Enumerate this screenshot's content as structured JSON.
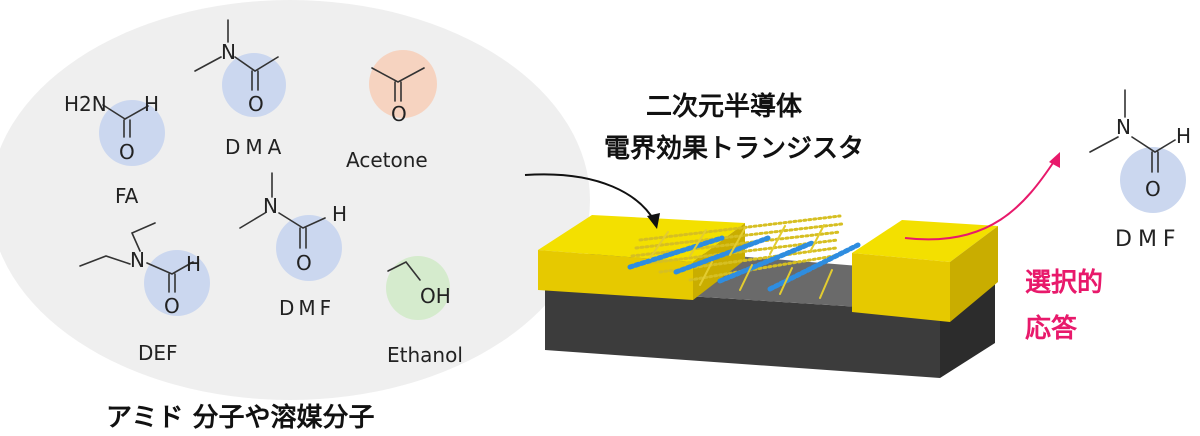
{
  "molecules": {
    "fa": {
      "label": "FA",
      "amine": "H2N",
      "carbonyl": "O",
      "hydrogen": "H"
    },
    "dma": {
      "label": "DMA",
      "n": "N",
      "carbonyl": "O"
    },
    "acetone": {
      "label": "Acetone",
      "carbonyl": "O"
    },
    "dmf": {
      "label": "DMF",
      "n": "N",
      "carbonyl": "O",
      "hydrogen": "H"
    },
    "def": {
      "label": "DEF",
      "n": "N",
      "carbonyl": "O",
      "hydrogen": "H"
    },
    "ethanol": {
      "label": "Ethanol",
      "hydroxyl": "OH"
    }
  },
  "group_caption": "アミド 分子や溶媒分子",
  "device_title_line1": "二次元半導体",
  "device_title_line2": "電界効果トランジスタ",
  "target": {
    "label": "DMF",
    "n": "N",
    "carbonyl": "O",
    "hydrogen": "H"
  },
  "response_line1": "選択的",
  "response_line2": "応答",
  "colors": {
    "amide_circle": "#cbd7ef",
    "acetone_circle": "#f6d3c0",
    "ethanol_circle": "#d5ebcd",
    "cloud": "#efefef",
    "electrode": "#f0dc00",
    "substrate": "#3c3c3c",
    "channel": "#6a6a6a",
    "response": "#e8196b"
  }
}
